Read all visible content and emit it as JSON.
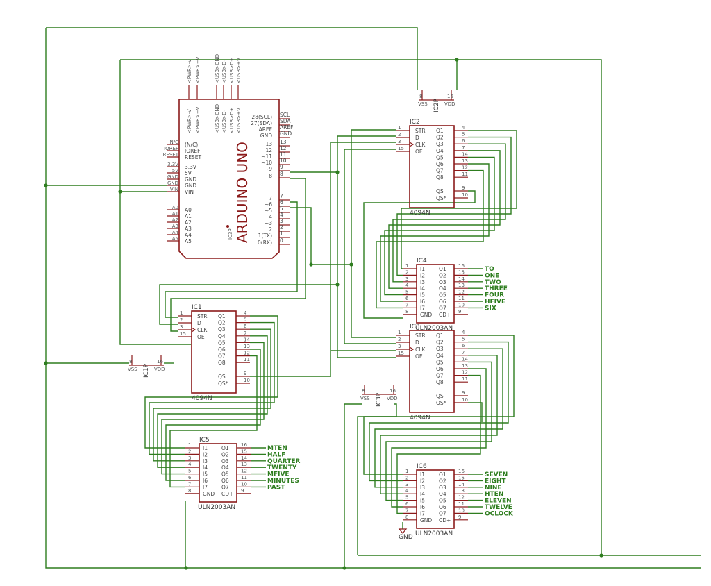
{
  "arduino": {
    "name": "ARDUINO UNO",
    "ref": "IC3P",
    "top_pins": [
      "<PWR>-V",
      "<PWR>+V",
      "<USB>GND",
      "<USB>D-",
      "<USB>D+",
      "<USB>+V"
    ],
    "left_outer": [
      "N/C",
      "IOREF",
      "RESET",
      "3.3V",
      "5V",
      "GND",
      "GND",
      "VIN",
      "A0",
      "A1",
      "A2",
      "A3",
      "A4",
      "A5"
    ],
    "left_inner": [
      "(N/C)",
      "IOREF",
      "RESET",
      "3.3V",
      "5V",
      "GND..",
      "GND.",
      "VIN",
      "A0",
      "A1",
      "A2",
      "A3",
      "A4",
      "A5"
    ],
    "right_inner": [
      "28(SCL)",
      "27(SDA)",
      "AREF",
      "GND",
      "13",
      "12",
      "~11",
      "~10",
      "~9",
      "8",
      "7",
      "~6",
      "~5",
      "4",
      "~3",
      "2",
      "1(TX)",
      "0(RX)"
    ],
    "right_outer": [
      "SCL",
      "SDA",
      "AREF",
      "GND",
      "13",
      "12",
      "11",
      "10",
      "9",
      "8",
      "7",
      "6",
      "5",
      "4",
      "3",
      "2",
      "1",
      "0"
    ]
  },
  "sr": {
    "left_labels": [
      "STR",
      "D",
      "CLK",
      "OE"
    ],
    "left_nums": [
      "1",
      "2",
      "3",
      "15"
    ],
    "right_labels": [
      "Q1",
      "Q2",
      "Q3",
      "Q4",
      "Q5",
      "Q6",
      "Q7",
      "Q8",
      "QS",
      "QS*"
    ],
    "right_nums": [
      "4",
      "5",
      "6",
      "7",
      "14",
      "13",
      "12",
      "11",
      "9",
      "10"
    ],
    "part": "4094N"
  },
  "uln": {
    "in_labels": [
      "I1",
      "I2",
      "I3",
      "I4",
      "I5",
      "I6",
      "I7",
      "GND"
    ],
    "in_nums": [
      "1",
      "2",
      "3",
      "4",
      "5",
      "6",
      "7",
      "8"
    ],
    "out_labels": [
      "O1",
      "O2",
      "O3",
      "O4",
      "O5",
      "O6",
      "O7",
      "CD+"
    ],
    "out_nums": [
      "16",
      "15",
      "14",
      "13",
      "12",
      "11",
      "10",
      "9"
    ],
    "part": "ULN2003AN"
  },
  "power": {
    "vss": "VSS",
    "vdd": "VDD",
    "vss_num": "8",
    "vdd_num": "16"
  },
  "chips": {
    "ic1": "IC1",
    "ic2": "IC2",
    "ic3": "IC3",
    "ic4": "IC4",
    "ic5": "IC5",
    "ic6": "IC6",
    "ic1p": "IC1P",
    "ic2p": "IC2P",
    "ic3p": "IC3P"
  },
  "outputs": {
    "ic4": [
      "TO",
      "ONE",
      "TWO",
      "THREE",
      "FOUR",
      "HFIVE",
      "SIX"
    ],
    "ic5": [
      "MTEN",
      "HALF",
      "QUARTER",
      "TWENTY",
      "MFIVE",
      "MINUTES",
      "PAST"
    ],
    "ic6": [
      "SEVEN",
      "EIGHT",
      "NINE",
      "HTEN",
      "ELEVEN",
      "TWELVE",
      "OCLOCK"
    ]
  },
  "gnd_label": "GND",
  "colors": {
    "wire": "#2e7d1f",
    "part": "#8b1a1a",
    "text": "#444444"
  }
}
